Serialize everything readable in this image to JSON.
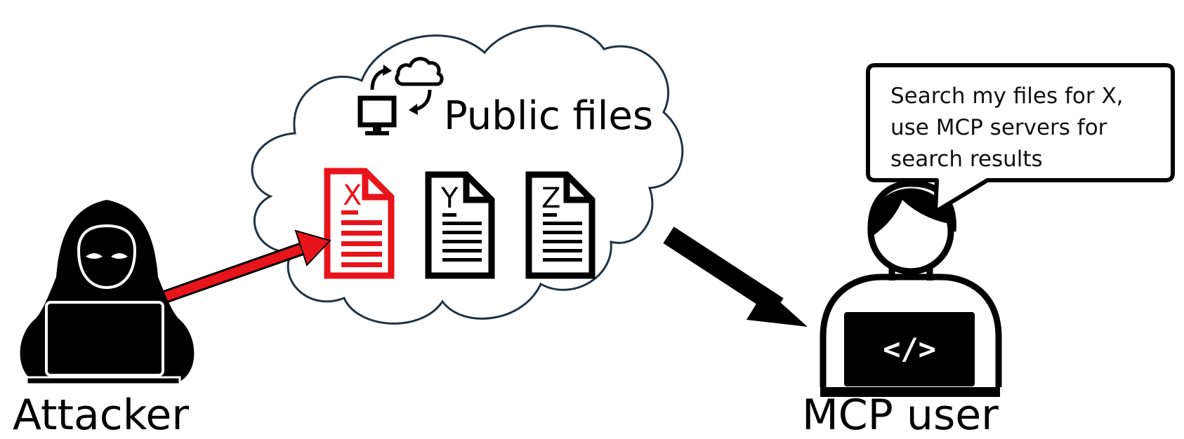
{
  "colors": {
    "accent": "#e8141b",
    "ink": "#000000",
    "cloud_stroke": "#1f3345"
  },
  "cloud": {
    "title": "Public files",
    "icon": "cloud-sync-monitor-icon",
    "files": [
      {
        "letter": "X",
        "color": "#e8141b",
        "icon": "document-icon"
      },
      {
        "letter": "Y",
        "color": "#000000",
        "icon": "document-icon"
      },
      {
        "letter": "Z",
        "color": "#000000",
        "icon": "document-icon"
      }
    ]
  },
  "attacker": {
    "label": "Attacker",
    "icon": "hooded-hacker-laptop-icon"
  },
  "user": {
    "label": "MCP user",
    "icon": "developer-laptop-icon",
    "code_symbol": "</>",
    "speech": [
      "Search my files for X,",
      "use MCP servers for",
      "search results"
    ]
  }
}
